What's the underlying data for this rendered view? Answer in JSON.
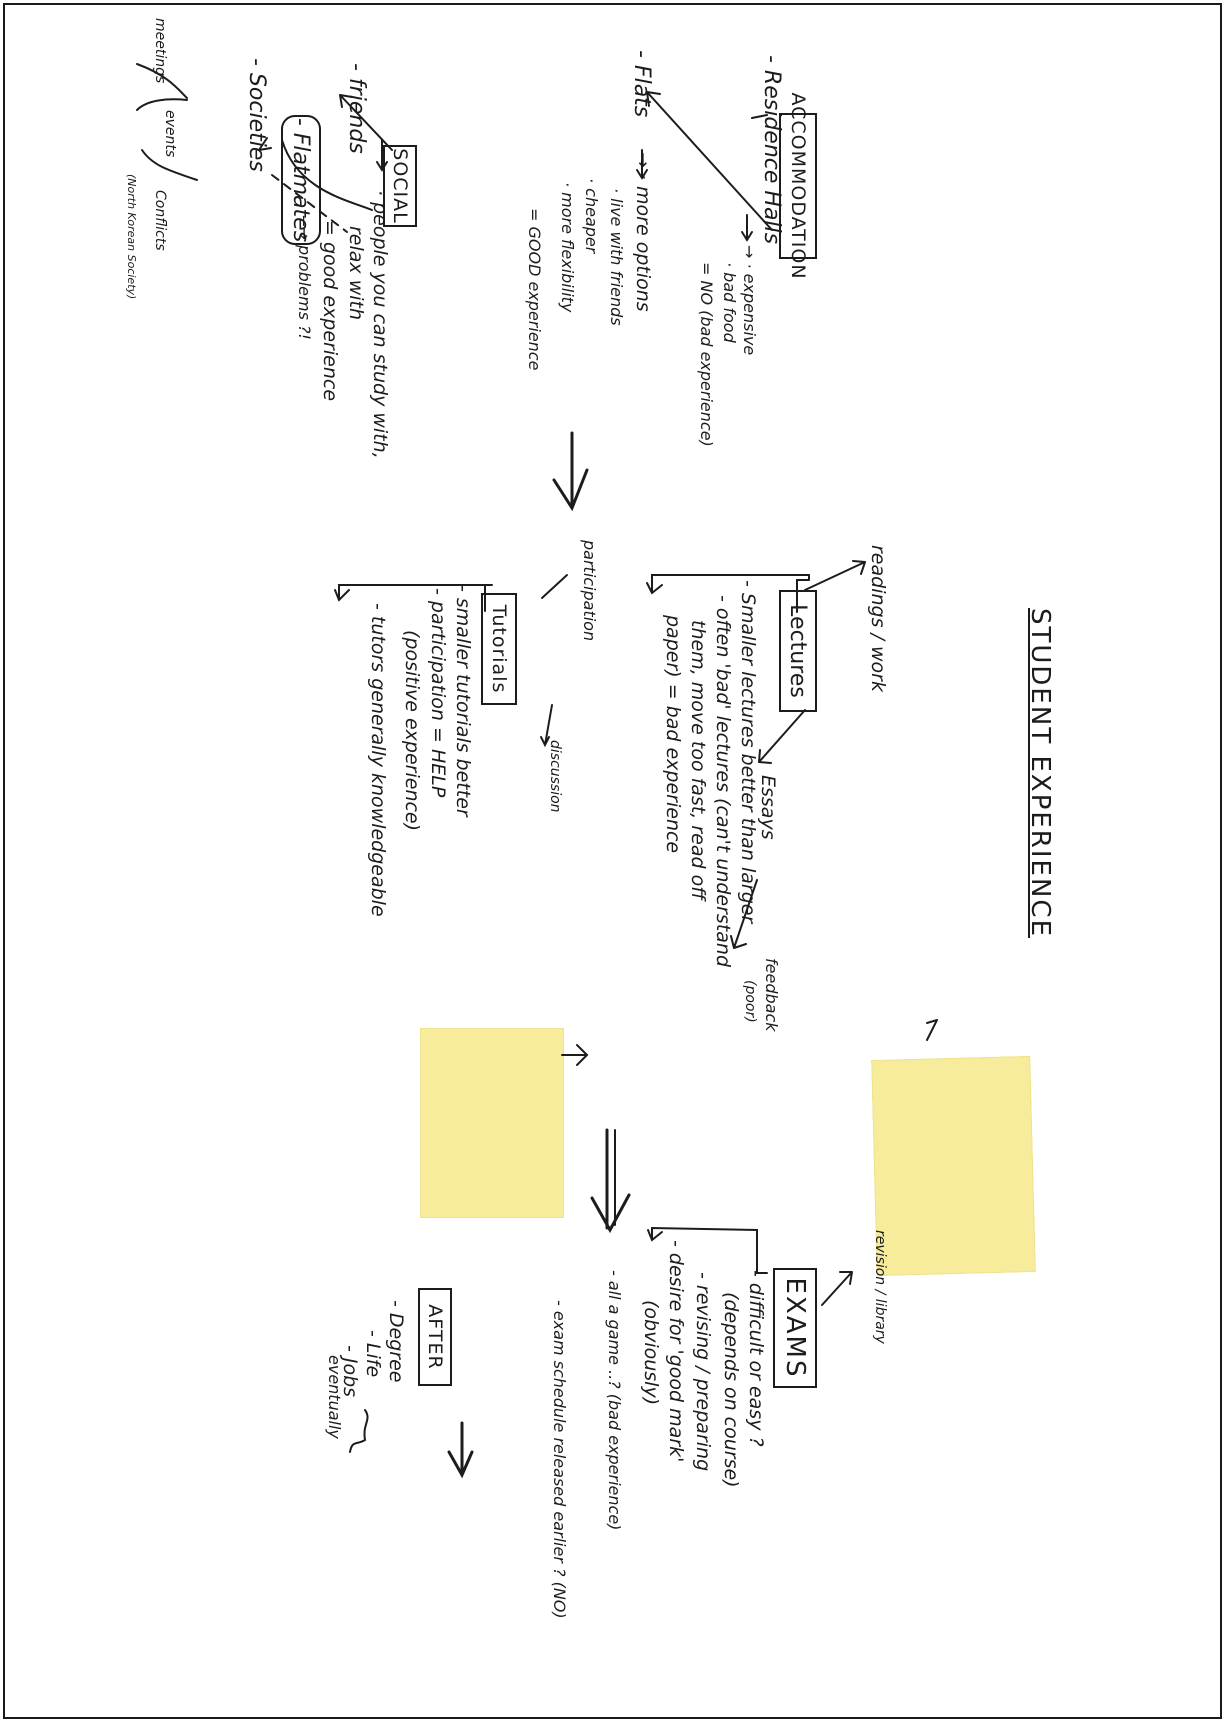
{
  "title": "STUDENT EXPERIENCE",
  "accommodation": {
    "heading": "ACCOMMODATION",
    "residence": "- Residence Halls",
    "residence_points": [
      "→ · expensive",
      "· bad food",
      "= NO (bad experience)"
    ],
    "flats": "- Flats",
    "flats_points": [
      "→ · more options",
      "· live with friends",
      "· cheaper",
      "· more flexibility",
      "= GOOD experience"
    ]
  },
  "social": {
    "heading": "SOCIAL",
    "friends": "- friends",
    "flatmates": "- Flatmates",
    "societies": "- Societies",
    "friends_points": [
      "· people you can study with,",
      "relax with",
      "= good experience"
    ],
    "problems": "--→ problems ?!",
    "meetings": "meetings",
    "events": "events",
    "conflicts": "Conflicts",
    "conflicts_note": "(North Korean Society)"
  },
  "lectures": {
    "heading": "Lectures",
    "readings": "readings / work",
    "essays": "Essays",
    "feedback": "feedback",
    "feedback_note": "(poor)",
    "points": [
      "- Smaller lectures better than larger",
      "- often 'bad' lectures (can't understand",
      "them, move too fast, read off",
      "paper) = bad experience"
    ]
  },
  "tutorials": {
    "heading": "Tutorials",
    "participation": "participation",
    "discussion": "discussion",
    "points": [
      "- smaller tutorials better",
      "- participation = HELP",
      "(positive experience)",
      "- tutors generally knowledgeable"
    ]
  },
  "exams": {
    "heading": "EXAMS",
    "revision": "revision / library",
    "points": [
      "- difficult or easy ?",
      "(depends on course)",
      "- revising / preparing",
      "- desire for 'good mark'",
      "(obviously)",
      "- all a game ..? (bad experience)",
      "- exam schedule released earlier ? (NO)"
    ]
  },
  "after": {
    "heading": "AFTER",
    "items": [
      "- Degree",
      "- Life",
      "- Jobs"
    ],
    "eventually": "eventually"
  },
  "colors": {
    "ink": "#1c1c1c",
    "sticky": "#f7ec9c",
    "paper": "#ffffff"
  }
}
